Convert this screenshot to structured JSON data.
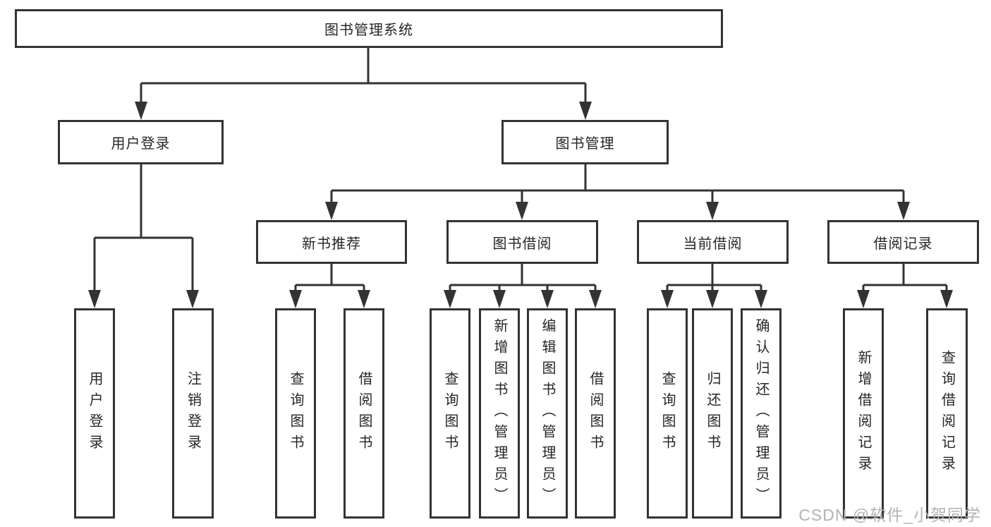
{
  "colors": {
    "line": "#333333",
    "border": "#333333",
    "text": "#262626",
    "box_background": "#ffffff",
    "page_background": "#ffffff",
    "watermark": "#b1b1bb"
  },
  "tree": {
    "root": {
      "label": "图书管理系统"
    },
    "branches": [
      {
        "label": "用户登录",
        "leaves": [
          {
            "label": "用户登录"
          },
          {
            "label": "注销登录"
          }
        ]
      },
      {
        "label": "图书管理",
        "groups": [
          {
            "label": "新书推荐",
            "leaves": [
              {
                "label": "查询图书"
              },
              {
                "label": "借阅图书"
              }
            ]
          },
          {
            "label": "图书借阅",
            "leaves": [
              {
                "label": "查询图书"
              },
              {
                "label": "新增图书（管理员）"
              },
              {
                "label": "编辑图书（管理员）"
              },
              {
                "label": "借阅图书"
              }
            ]
          },
          {
            "label": "当前借阅",
            "leaves": [
              {
                "label": "查询图书"
              },
              {
                "label": "归还图书"
              },
              {
                "label": "确认归还（管理员）"
              }
            ]
          },
          {
            "label": "借阅记录",
            "leaves": [
              {
                "label": "新增借阅记录"
              },
              {
                "label": "查询借阅记录"
              }
            ]
          }
        ]
      }
    ]
  },
  "watermark": {
    "text": "CSDN @软件_小贺同学"
  }
}
